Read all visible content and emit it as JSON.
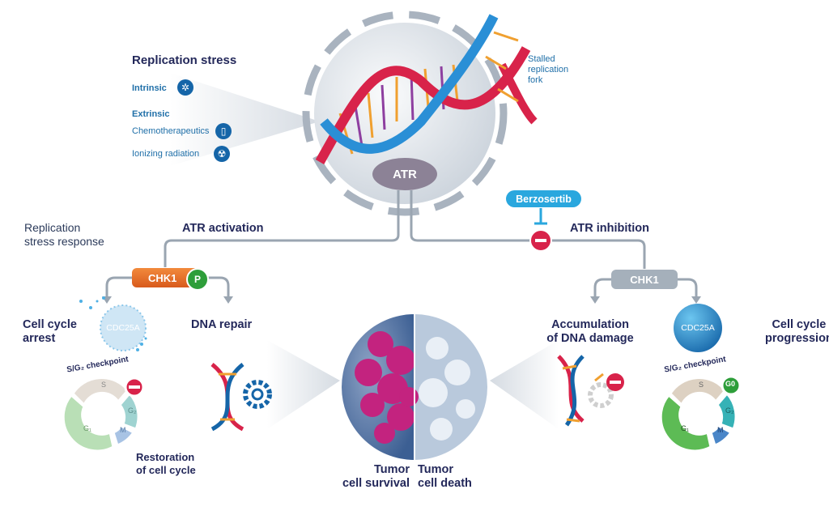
{
  "replication_stress": {
    "title": "Replication stress",
    "intrinsic": "Intrinsic",
    "extrinsic": "Extrinsic",
    "chemotherapeutics": "Chemotherapeutics",
    "ionizing_radiation": "Ionizing radiation"
  },
  "cell": {
    "stalled_fork": [
      "Stalled",
      "replication",
      "fork"
    ],
    "atr": "ATR"
  },
  "drug": "Berzosertib",
  "left": {
    "response": [
      "Replication",
      "stress response"
    ],
    "activation": "ATR activation",
    "chk1": "CHK1",
    "phospho": "P",
    "arrest": [
      "Cell cycle",
      "arrest"
    ],
    "cdc25a": "CDC25A",
    "repair": "DNA repair",
    "checkpoint": "S/G₂ checkpoint",
    "phases": {
      "s": "S",
      "g2": "G₂",
      "m": "M",
      "g1": "G₁"
    },
    "restoration": [
      "Restoration",
      "of cell cycle"
    ]
  },
  "right": {
    "inhibition": "ATR inhibition",
    "chk1": "CHK1",
    "accumulation": [
      "Accumulation",
      "of DNA damage"
    ],
    "cdc25a": "CDC25A",
    "progression": [
      "Cell cycle",
      "progression"
    ],
    "checkpoint": "S/G₂ checkpoint",
    "phases": {
      "s": "S",
      "g2": "G₂",
      "m": "M",
      "g1": "G₁",
      "g0": "G0"
    }
  },
  "tumor": {
    "survival": [
      "Tumor",
      "cell survival"
    ],
    "death": [
      "Tumor",
      "cell death"
    ]
  },
  "colors": {
    "navy": "#23285a",
    "blue": "#1565a8",
    "orange": "#e8732a",
    "red": "#d8234a",
    "atr": "#8c8296",
    "drug": "#2aa7de"
  }
}
